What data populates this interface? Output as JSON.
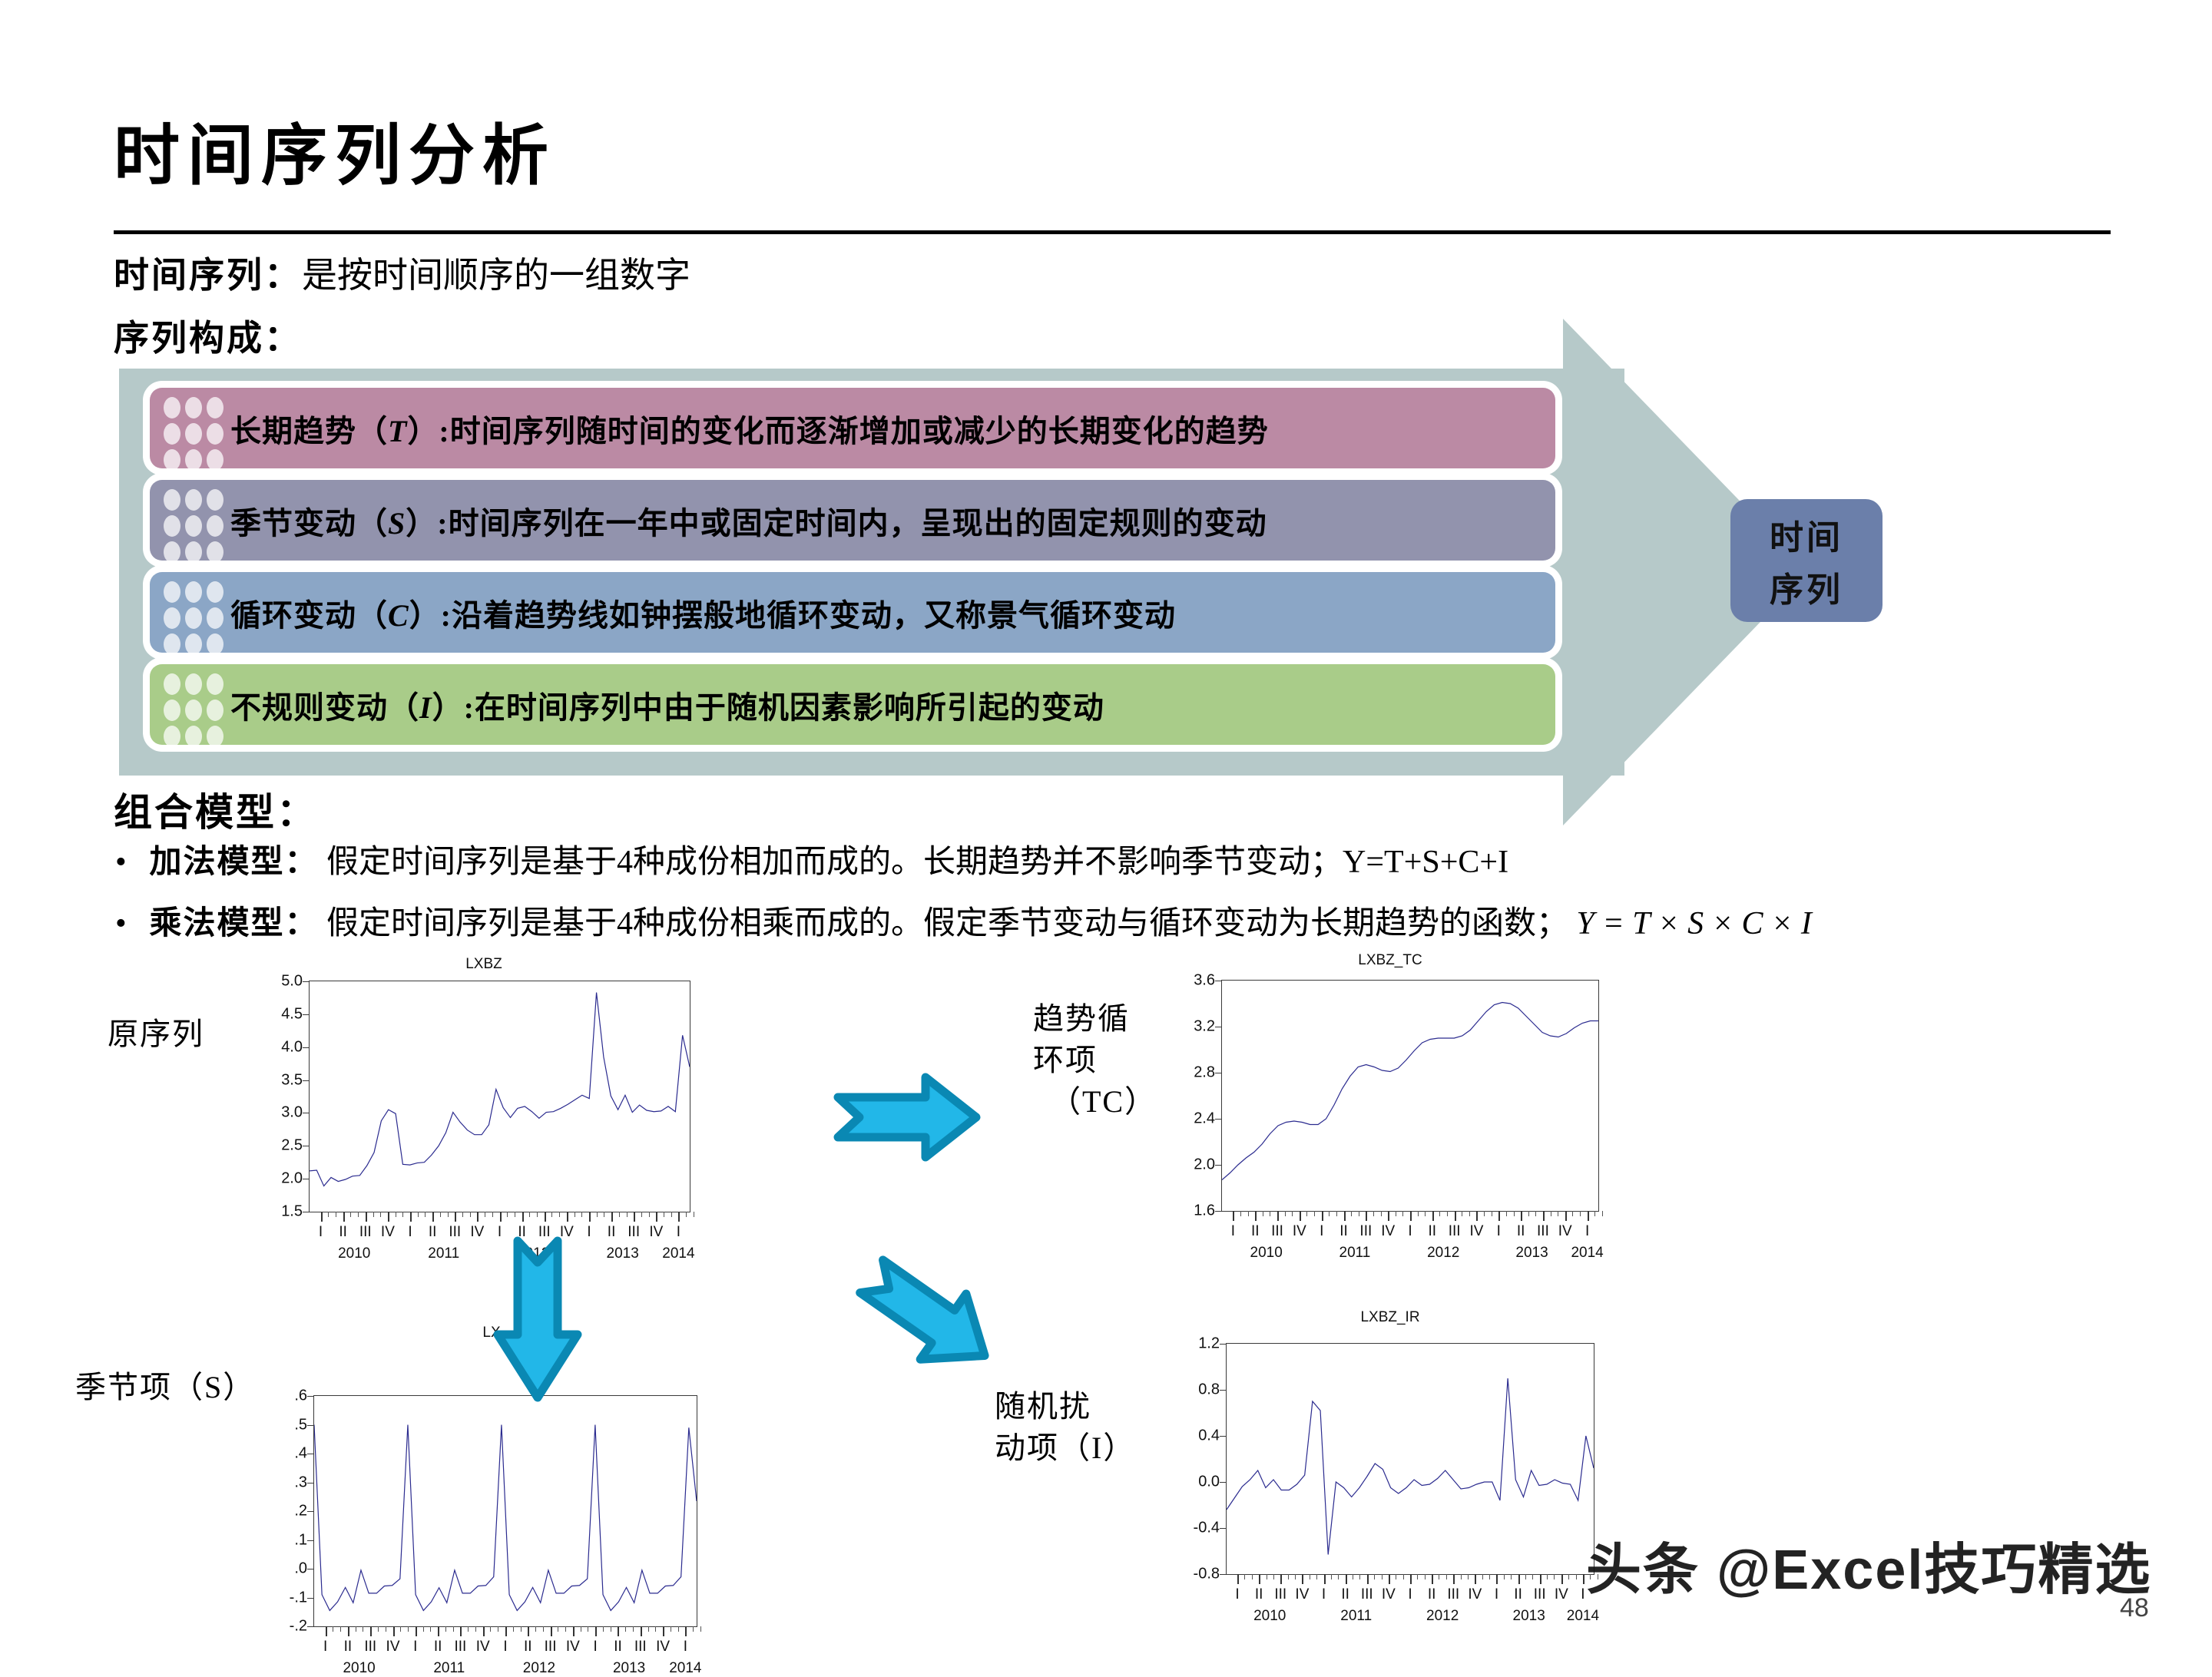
{
  "slide": {
    "title": "时间序列分析",
    "page_number": "48",
    "watermark": "头条 @Excel技巧精选"
  },
  "lead": {
    "line1_label": "时间序列：",
    "line1_text": "是按时间顺序的一组数字",
    "line2_label": "序列构成："
  },
  "components": {
    "badge_line1": "时间",
    "badge_line2": "序列",
    "rows": [
      {
        "name": "长期趋势（",
        "symbol": "T",
        "close": "）",
        "text": ":时间序列随时间的变化而逐渐增加或减少的长期变化的趋势",
        "color": "#bb8aa4"
      },
      {
        "name": "季节变动（",
        "symbol": "S",
        "close": "）",
        "text": ":时间序列在一年中或固定时间内，呈现出的固定规则的变动",
        "color": "#9293ad"
      },
      {
        "name": "循环变动（",
        "symbol": "C",
        "close": "）",
        "text": ":沿着趋势线如钟摆般地循环变动，又称景气循环变动",
        "color": "#8ba6c6"
      },
      {
        "name": "不规则变动（",
        "symbol": "I",
        "close": "）",
        "text": ":在时间序列中由于随机因素影响所引起的变动",
        "color": "#a9cc89"
      }
    ]
  },
  "model": {
    "section_title": "组合模型：",
    "bullet1_label": "加法模型：",
    "bullet1_text": "假定时间序列是基于4种成份相加而成的。长期趋势并不影响季节变动；Y=T+S+C+I",
    "bullet2_label": "乘法模型：",
    "bullet2_text": "假定时间序列是基于4种成份相乘而成的。假定季节变动与循环变动为长期趋势的函数；",
    "bullet2_formula": "Y = T × S × C × I"
  },
  "labels": {
    "original": "原序列",
    "trend_cycle_l1": "趋势循",
    "trend_cycle_l2": "环项",
    "trend_cycle_l3": "（TC）",
    "seasonal": "季节项（S）",
    "irregular_l1": "随机扰",
    "irregular_l2": "动项（I）"
  },
  "chart_data": [
    {
      "id": "lxbz",
      "type": "line",
      "title": "LXBZ",
      "xlabel": "",
      "ylabel": "",
      "ylim": [
        1.5,
        5.0
      ],
      "yticks": [
        "1.5",
        "2.0",
        "2.5",
        "3.0",
        "3.5",
        "4.0",
        "4.5",
        "5.0"
      ],
      "grid": false,
      "legend": "none",
      "year_labels": [
        "2010",
        "2011",
        "2012",
        "2013",
        "2014"
      ],
      "quarter_labels": [
        "I",
        "II",
        "III",
        "IV"
      ],
      "x": [
        1,
        2,
        3,
        4,
        5,
        6,
        7,
        8,
        9,
        10,
        11,
        12,
        13,
        14,
        15,
        16,
        17,
        18,
        19,
        20,
        21,
        22,
        23,
        24,
        25,
        26,
        27,
        28,
        29,
        30,
        31,
        32,
        33,
        34,
        35,
        36,
        37,
        38,
        39,
        40,
        41,
        42,
        43,
        44,
        45,
        46,
        47,
        48,
        49,
        50
      ],
      "values": [
        2.12,
        2.13,
        1.89,
        2.02,
        1.96,
        1.99,
        2.04,
        2.05,
        2.2,
        2.4,
        2.88,
        3.05,
        2.99,
        2.22,
        2.21,
        2.24,
        2.25,
        2.36,
        2.5,
        2.7,
        3.01,
        2.86,
        2.74,
        2.67,
        2.67,
        2.82,
        3.36,
        3.08,
        2.93,
        3.07,
        3.1,
        3.02,
        2.92,
        3.01,
        3.02,
        3.07,
        3.13,
        3.2,
        3.27,
        3.22,
        4.83,
        3.85,
        3.26,
        3.05,
        3.27,
        3.01,
        3.12,
        3.04,
        3.02,
        3.03,
        3.1,
        3.02,
        4.18,
        3.7
      ]
    },
    {
      "id": "lxbz_tc",
      "type": "line",
      "title": "LXBZ_TC",
      "xlabel": "",
      "ylabel": "",
      "ylim": [
        1.6,
        3.6
      ],
      "yticks": [
        "1.6",
        "2.0",
        "2.4",
        "2.8",
        "3.2",
        "3.6"
      ],
      "grid": false,
      "legend": "none",
      "year_labels": [
        "2010",
        "2011",
        "2012",
        "2013",
        "2014"
      ],
      "quarter_labels": [
        "I",
        "II",
        "III",
        "IV"
      ],
      "values": [
        1.87,
        1.93,
        2.0,
        2.06,
        2.11,
        2.18,
        2.27,
        2.34,
        2.37,
        2.38,
        2.37,
        2.35,
        2.35,
        2.4,
        2.52,
        2.66,
        2.77,
        2.85,
        2.87,
        2.85,
        2.82,
        2.81,
        2.84,
        2.91,
        2.99,
        3.06,
        3.09,
        3.1,
        3.1,
        3.1,
        3.12,
        3.17,
        3.25,
        3.33,
        3.39,
        3.41,
        3.4,
        3.36,
        3.29,
        3.22,
        3.15,
        3.12,
        3.11,
        3.14,
        3.19,
        3.23,
        3.25,
        3.25
      ]
    },
    {
      "id": "lxbz_sf",
      "type": "line",
      "title": "LX",
      "xlabel": "",
      "ylabel": "",
      "ylim": [
        -0.2,
        0.6
      ],
      "yticks": [
        "-.2",
        "-.1",
        ".0",
        ".1",
        ".2",
        ".3",
        ".4",
        ".5",
        ".6"
      ],
      "grid": false,
      "legend": "none",
      "year_labels": [
        "2010",
        "2011",
        "2012",
        "2013",
        "2014"
      ],
      "quarter_labels": [
        "I",
        "II",
        "III",
        "IV"
      ],
      "values": [
        0.5,
        -0.09,
        -0.145,
        -0.115,
        -0.065,
        -0.118,
        -0.005,
        -0.085,
        -0.085,
        -0.06,
        -0.058,
        -0.035,
        0.5,
        -0.09,
        -0.145,
        -0.115,
        -0.066,
        -0.118,
        -0.005,
        -0.085,
        -0.085,
        -0.06,
        -0.058,
        -0.028,
        0.5,
        -0.09,
        -0.145,
        -0.115,
        -0.065,
        -0.118,
        -0.005,
        -0.085,
        -0.085,
        -0.06,
        -0.058,
        -0.035,
        0.5,
        -0.09,
        -0.145,
        -0.115,
        -0.065,
        -0.118,
        -0.005,
        -0.085,
        -0.085,
        -0.06,
        -0.058,
        -0.028,
        0.49,
        0.235
      ]
    },
    {
      "id": "lxbz_ir",
      "type": "line",
      "title": "LXBZ_IR",
      "xlabel": "",
      "ylabel": "",
      "ylim": [
        -0.8,
        1.2
      ],
      "yticks": [
        "-0.8",
        "-0.4",
        "0.0",
        "0.4",
        "0.8",
        "1.2"
      ],
      "grid": false,
      "legend": "none",
      "year_labels": [
        "2010",
        "2011",
        "2012",
        "2013",
        "2014"
      ],
      "quarter_labels": [
        "I",
        "II",
        "III",
        "IV"
      ],
      "values": [
        -0.24,
        -0.14,
        -0.04,
        0.02,
        0.1,
        -0.05,
        0.02,
        -0.07,
        -0.07,
        -0.02,
        0.06,
        0.7,
        0.62,
        -0.63,
        0.0,
        -0.05,
        -0.13,
        -0.05,
        0.05,
        0.16,
        0.11,
        -0.05,
        -0.1,
        -0.05,
        0.02,
        -0.03,
        -0.02,
        0.03,
        0.1,
        0.02,
        -0.06,
        -0.05,
        -0.02,
        0.0,
        0.0,
        -0.16,
        0.9,
        0.02,
        -0.13,
        0.1,
        -0.03,
        -0.02,
        0.02,
        -0.01,
        -0.02,
        -0.16,
        0.4,
        0.12
      ]
    }
  ]
}
